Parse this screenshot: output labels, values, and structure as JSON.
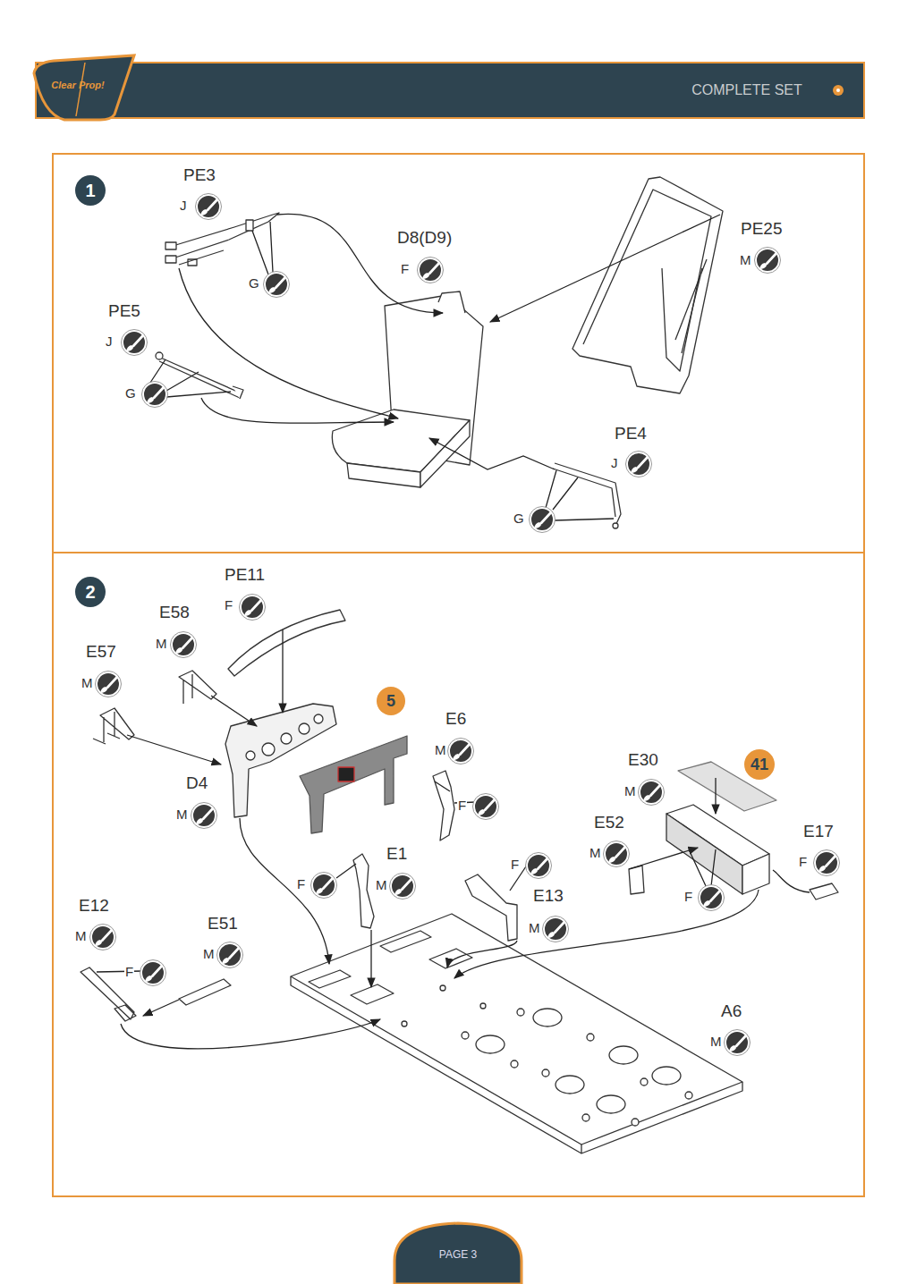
{
  "diagram": {
    "nodes": [
      {
        "text": [
          "COMPLETE SET"
        ]
      },
      {
        "text": [
          "Clear Prop!"
        ]
      },
      {
        "text": [
          "1"
        ]
      },
      {
        "text": [
          "2"
        ]
      },
      {
        "text": [
          "5"
        ]
      },
      {
        "text": [
          "41"
        ]
      },
      {
        "text": [
          "PAGE 3"
        ]
      }
    ],
    "labels": [
      "PE3",
      "J",
      "G",
      "D8(D9)",
      "F",
      "PE25",
      "M",
      "PE5",
      "J",
      "G",
      "PE4",
      "J",
      "G",
      "PE11",
      "F",
      "E58",
      "M",
      "E57",
      "M",
      "E6",
      "M",
      "F",
      "D4",
      "M",
      "E30",
      "M",
      "E52",
      "M",
      "E17",
      "F",
      "F",
      "E1",
      "M",
      "F",
      "F",
      "E13",
      "M",
      "E12",
      "M",
      "F",
      "E51",
      "M",
      "A6",
      "M"
    ]
  }
}
